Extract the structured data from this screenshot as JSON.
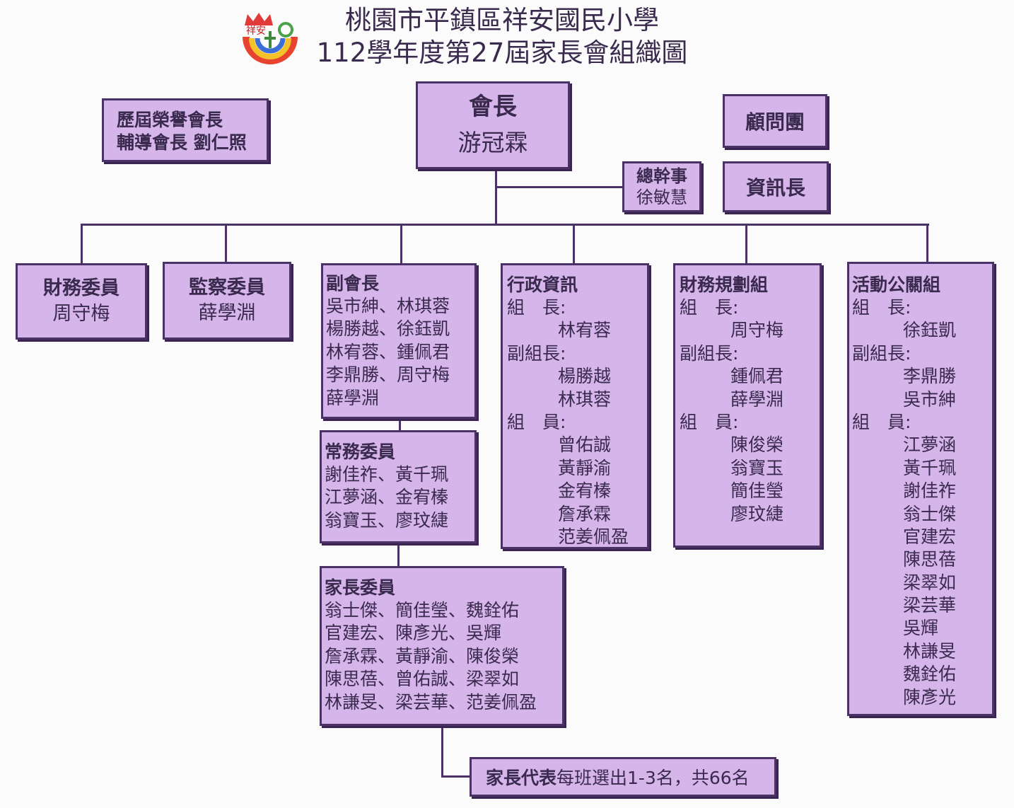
{
  "title": {
    "line1": "桃園市平鎮區祥安國民小學",
    "line2": "112學年度第27屆家長會組織圖",
    "logo_text": "祥安",
    "logo_icon": "school-logo-icon"
  },
  "colors": {
    "box_fill": "#d6b6ea",
    "box_border": "#4a3266",
    "line": "#4a3266",
    "text": "#3a2a4e"
  },
  "president": {
    "title": "會長",
    "name": "游冠霖"
  },
  "honorary": {
    "line1": "歷屆榮譽會長",
    "line2": "輔導會長 劉仁照"
  },
  "advisors": {
    "title": "顧問團"
  },
  "secretary": {
    "title": "總幹事",
    "name": "徐敏慧"
  },
  "cio": {
    "title": "資訊長"
  },
  "finance_committee": {
    "title": "財務委員",
    "name": "周守梅"
  },
  "supervisor": {
    "title": "監察委員",
    "name": "薛學淵"
  },
  "vice_president": {
    "title": "副會長",
    "rows": [
      "吳市紳、林琪蓉",
      "楊勝越、徐鈺凱",
      "林宥蓉、鍾佩君",
      "李鼎勝、周守梅",
      "薛學淵"
    ]
  },
  "standing_committee": {
    "title": "常務委員",
    "rows": [
      "謝佳祚、黃千珮",
      "江夢涵、金宥榛",
      "翁寶玉、廖玟緁"
    ]
  },
  "parent_committee": {
    "title": "家長委員",
    "rows": [
      "翁士傑、簡佳瑩、魏銓佑",
      "官建宏、陳彥光、吳輝",
      "詹承霖、黃靜渝、陳俊榮",
      "陳思蓓、曾佑誠、梁翠如",
      "林謙旻、梁芸華、范姜佩盈"
    ]
  },
  "parent_rep": {
    "title": "家長代表",
    "desc": "每班選出1-3名，共66名"
  },
  "groups": {
    "admin": {
      "title": "行政資訊",
      "leader_label": "組　長:",
      "leader": "林宥蓉",
      "deputy_label": "副組長:",
      "deputies": [
        "楊勝越",
        "林琪蓉"
      ],
      "member_label": "組　員:",
      "members": [
        "曾佑誠",
        "黃靜渝",
        "金宥榛",
        "詹承霖",
        "范姜佩盈"
      ]
    },
    "finance": {
      "title": "財務規劃組",
      "leader_label": "組　長:",
      "leader": "周守梅",
      "deputy_label": "副組長:",
      "deputies": [
        "鍾佩君",
        "薛學淵"
      ],
      "member_label": "組　員:",
      "members": [
        "陳俊榮",
        "翁寶玉",
        "簡佳瑩",
        "廖玟緁"
      ]
    },
    "pr": {
      "title": "活動公關組",
      "leader_label": "組　長:",
      "leader": "徐鈺凱",
      "deputy_label": "副組長:",
      "deputies": [
        "李鼎勝",
        "吳市紳"
      ],
      "member_label": "組　員:",
      "members": [
        "江夢涵",
        "黃千珮",
        "謝佳祚",
        "翁士傑",
        "官建宏",
        "陳思蓓",
        "梁翠如",
        "梁芸華",
        "吳輝",
        "林謙旻",
        "魏銓佑",
        "陳彥光"
      ]
    }
  }
}
